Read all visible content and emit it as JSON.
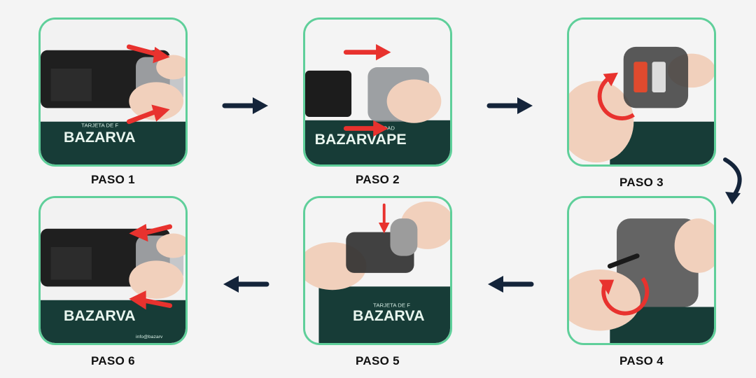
{
  "steps": [
    {
      "label": "PASO 1"
    },
    {
      "label": "PASO 2"
    },
    {
      "label": "PASO 3"
    },
    {
      "label": "PASO 4"
    },
    {
      "label": "PASO 5"
    },
    {
      "label": "PASO 6"
    }
  ],
  "card_text": {
    "brand": "BAZARVA",
    "brand2": "BAZARVAPE",
    "tarjeta": "TARJETA DE F",
    "fidelidad": "FIDELIDAD",
    "email": "info@bazarv"
  },
  "colors": {
    "border": "#5fcf9a",
    "arrow_nav": "#14243a",
    "arrow_hint": "#e8322e"
  }
}
